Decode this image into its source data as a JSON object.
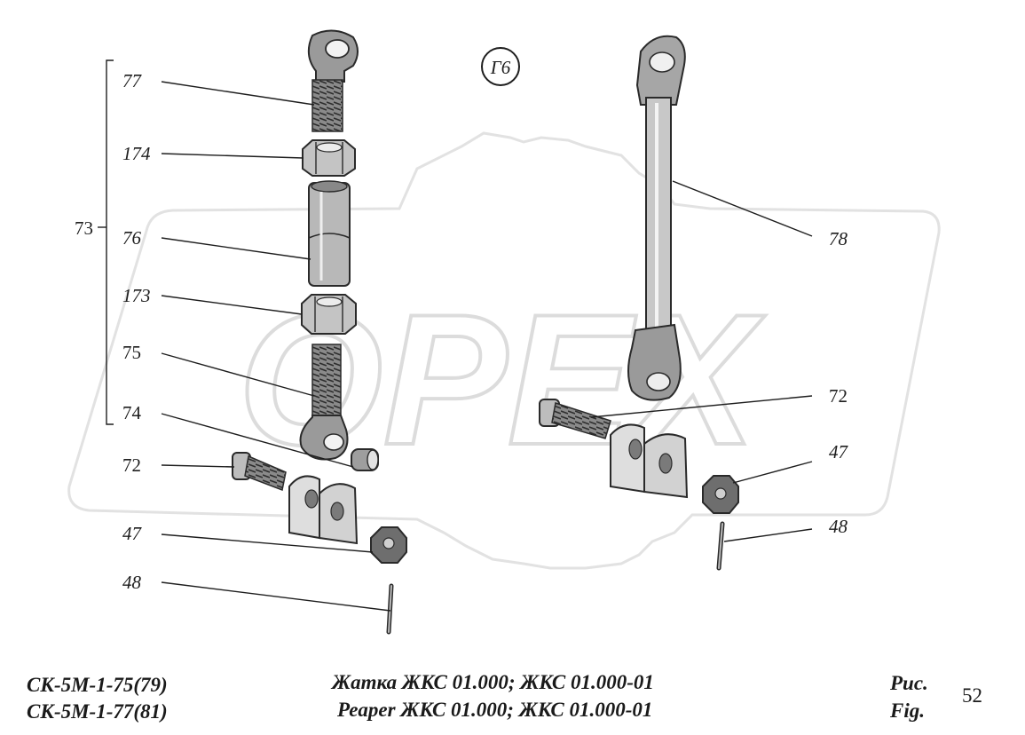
{
  "watermark": {
    "text": "OPEX"
  },
  "badge": {
    "label": "Г6"
  },
  "callouts": {
    "c77": "77",
    "c174": "174",
    "c73": "73",
    "c76": "76",
    "c173": "173",
    "c75": "75",
    "c74": "74",
    "c72_left": "72",
    "c47_left": "47",
    "c48_left": "48",
    "c78": "78",
    "c72_right": "72",
    "c47_right": "47",
    "c48_right": "48"
  },
  "footer": {
    "model_line1": "СК-5М-1-75(79)",
    "model_line2": "СК-5М-1-77(81)",
    "title_line1": "Жатка ЖКС 01.000; ЖКС 01.000-01",
    "title_line2": "Реaper ЖКС 01.000; ЖКС 01.000-01",
    "fig_label_ru": "Рис.",
    "fig_label_en": "Fig.",
    "fig_number": "52"
  },
  "colors": {
    "ink": "#1e1e1e",
    "watermark": "#e6e6e6",
    "part_fill": "#cfcfcf",
    "part_dark": "#6e6e6e"
  }
}
